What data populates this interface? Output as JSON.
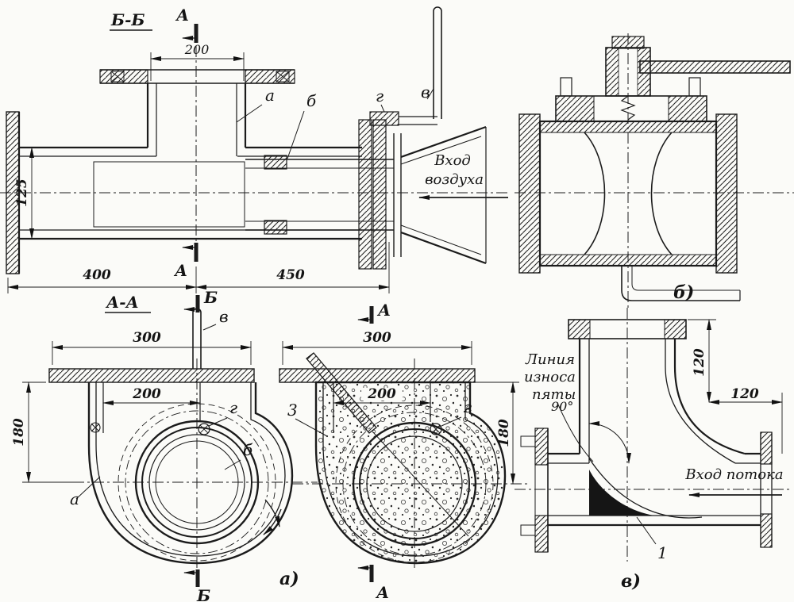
{
  "drawing": {
    "sections": {
      "bb": "Б-Б",
      "aa": "А-А",
      "cut_a": "А",
      "cut_b": "Б"
    },
    "views": {
      "a": "а)",
      "b": "б)",
      "v": "в)"
    },
    "parts": {
      "a": "а",
      "b": "б",
      "v": "в",
      "g": "г",
      "n1": "1",
      "n3": "3"
    },
    "notes": {
      "air1": "Вход",
      "air2": "воздуха",
      "flow": "Вход потока",
      "wear1": "Линия",
      "wear2": "износа",
      "wear3": "пяты",
      "angle": "90°"
    },
    "dims": {
      "w200": "200",
      "h125": "125",
      "l400": "400",
      "l450": "450",
      "w300": "300",
      "h180": "180",
      "v120": "120",
      "h120": "120"
    },
    "colors": {
      "ink": "#1b1b1b",
      "paper": "#fbfbf8",
      "heel": "#151515"
    }
  }
}
